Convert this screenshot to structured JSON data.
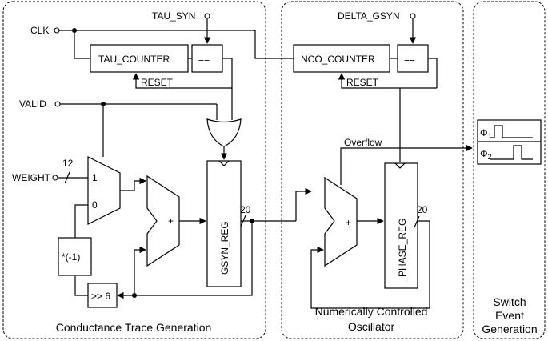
{
  "inputs": {
    "clk": "CLK",
    "tau_syn": "TAU_SYN",
    "delta_gsyn": "DELTA_GSYN",
    "valid": "VALID",
    "weight": "WEIGHT"
  },
  "blocks": {
    "tau_counter": "TAU_COUNTER",
    "compare_tau": "==",
    "nco_counter": "NCO_COUNTER",
    "compare_nco": "==",
    "reset_tau": "RESET",
    "reset_nco": "RESET",
    "gsyn_reg": "GSYN_REG",
    "phase_reg": "PHASE_REG",
    "negate": "*(-1)",
    "shift": ">> 6",
    "adder_trace_sign": "+",
    "adder_nco_sign": "+",
    "mux_in1": "1",
    "mux_in0": "0"
  },
  "bus_widths": {
    "weight": "12",
    "gsyn": "20",
    "phase": "20"
  },
  "signals": {
    "overflow": "Overflow",
    "phi1": "Φ",
    "phi1_sub": "1",
    "phi2": "Φ",
    "phi2_sub": "2"
  },
  "sections": {
    "trace": "Conductance Trace Generation",
    "nco": [
      "Numerically Controlled",
      "Oscillator"
    ],
    "switch": [
      "Switch",
      "Event",
      "Generation"
    ]
  }
}
